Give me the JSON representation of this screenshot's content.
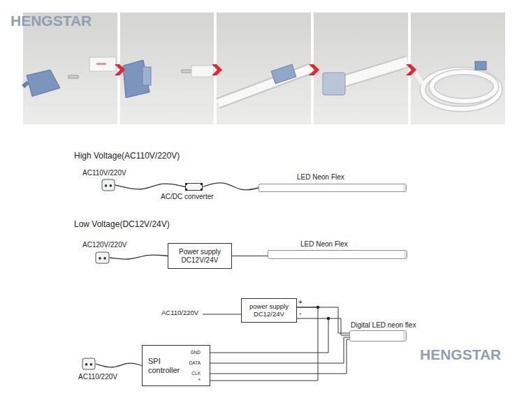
{
  "diagram": {
    "nodes": [
      {
        "text": [
          "AC110V/220V"
        ]
      },
      {
        "text": [
          "AC/DC converter"
        ]
      },
      {
        "text": [
          "LED Neon Flex"
        ]
      },
      {
        "text": [
          "AC120V/220V"
        ]
      },
      {
        "text": [
          "Power supply DC12V/24V"
        ]
      },
      {
        "text": [
          "LED Neon Flex"
        ]
      },
      {
        "text": [
          "power supply DC12/24V"
        ]
      },
      {
        "text": [
          "Digital LED neon flex"
        ]
      },
      {
        "text": [
          "AC110/220V"
        ]
      },
      {
        "text": [
          "SPI controller"
        ]
      }
    ],
    "edges": [
      {
        "from": 0,
        "to": 1,
        "arrow": "none"
      },
      {
        "from": 1,
        "to": 2,
        "arrow": "none"
      },
      {
        "from": 3,
        "to": 4,
        "arrow": "none"
      },
      {
        "from": 4,
        "to": 5,
        "arrow": "none"
      },
      {
        "from": 8,
        "to": 9,
        "arrow": "none"
      },
      {
        "from": 6,
        "to": 7,
        "arrow": "none"
      },
      {
        "from": 9,
        "to": 7,
        "arrow": "none"
      },
      {
        "from": 6,
        "to": 9,
        "arrow": "none"
      }
    ],
    "labels": [
      "HENGSTAR",
      "High Voltage(AC110V/220V)",
      "Low Voltage(DC12V/24V)",
      "AC110/220V",
      "+",
      "-",
      "GND",
      "DATA",
      "CLK",
      "+",
      "HENGSTAR"
    ]
  }
}
